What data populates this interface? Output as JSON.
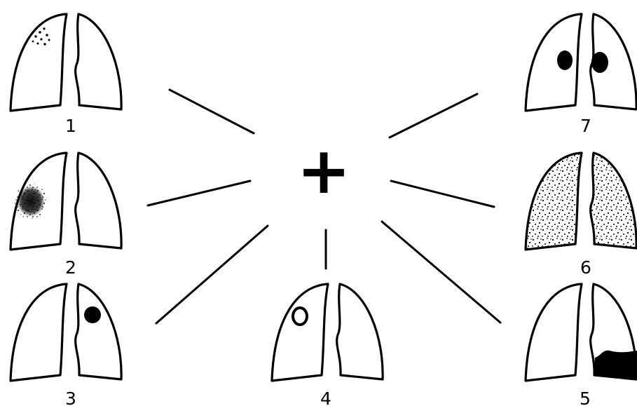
{
  "diagram": {
    "center_symbol": "+",
    "panels": [
      {
        "label": "1",
        "finding": "small-scattered-dots-left-upper"
      },
      {
        "label": "2",
        "finding": "fuzzy-patch-left-mid"
      },
      {
        "label": "3",
        "finding": "solid-nodule-right-upper"
      },
      {
        "label": "4",
        "finding": "ring-cavity-left-upper"
      },
      {
        "label": "5",
        "finding": "opacity-right-base"
      },
      {
        "label": "6",
        "finding": "diffuse-stippling-both-lungs"
      },
      {
        "label": "7",
        "finding": "hilar-masses-both-sides"
      }
    ]
  },
  "colors": {
    "line": "#000000",
    "background": "#ffffff"
  }
}
